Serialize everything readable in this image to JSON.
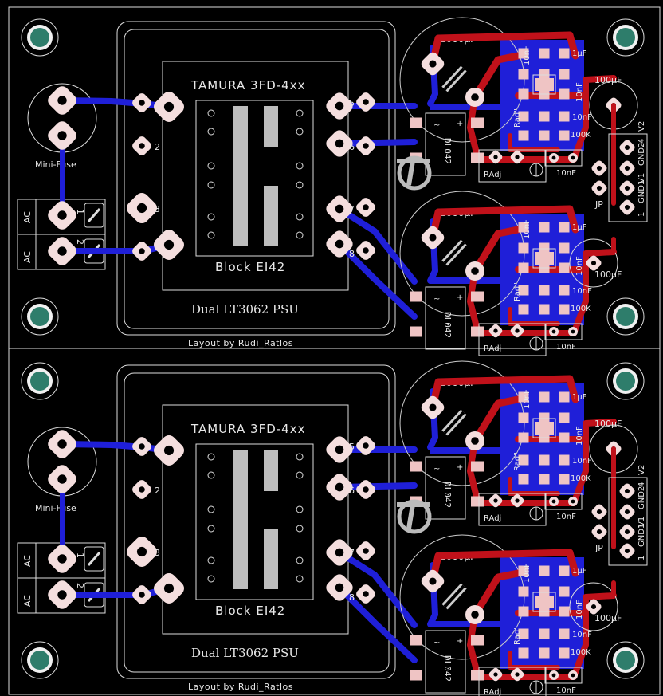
{
  "board": {
    "transformer_part": "TAMURA 3FD-4xx",
    "transformer_core": "Block EI42",
    "title": "Dual LT3062 PSU",
    "credit": "Layout by Rudi_Ratlos",
    "fuse_label": "Mini-Fuse",
    "ac_labels": [
      "AC",
      "AC"
    ],
    "terminal_numbers": [
      "1",
      "2"
    ],
    "pin_numbers": [
      "2",
      "3",
      "5",
      "6",
      "7",
      "8"
    ],
    "bridge_label": "DL042",
    "cap_big": "1000µF",
    "cap_small": "100µF",
    "cap_10nf": "10nF",
    "cap_1uf": "1µF",
    "res_100k": "100K",
    "rad_label": "Rad\"",
    "radj_label": "RAdj",
    "jumper_label": "JP",
    "header_pins": [
      "1",
      "GND1",
      "V1",
      "GND2",
      "4",
      "V2"
    ],
    "plus": "+",
    "tilde": "~"
  },
  "colors": {
    "background": "#000000",
    "silkscreen": "#e8e8e8",
    "top_copper": "#c0111a",
    "bottom_copper": "#1f1fd8",
    "pad": "#f4dede",
    "smd_pad": "#efc4c4",
    "mount_hole": "#2e7d6b"
  }
}
